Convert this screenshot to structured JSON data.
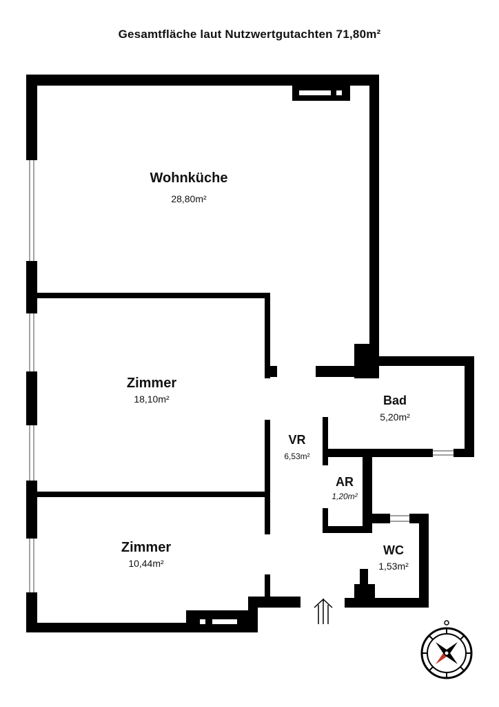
{
  "title": "Gesamtfläche laut Nutzwertgutachten 71,80m²",
  "rooms": {
    "wohnkueche": {
      "name": "Wohnküche",
      "area": "28,80m²"
    },
    "zimmer1": {
      "name": "Zimmer",
      "area": "18,10m²"
    },
    "zimmer2": {
      "name": "Zimmer",
      "area": "10,44m²"
    },
    "vr": {
      "name": "VR",
      "area": "6,53m²"
    },
    "bad": {
      "name": "Bad",
      "area": "5,20m²"
    },
    "ar": {
      "name": "AR",
      "area": "1,20m²"
    },
    "wc": {
      "name": "WC",
      "area": "1,53m²"
    }
  },
  "colors": {
    "wall": "#000000",
    "compass_accent": "#c0392b",
    "background": "#ffffff"
  },
  "icons": {
    "entrance": "arrow-up-icon",
    "compass": "compass-rose-icon"
  }
}
